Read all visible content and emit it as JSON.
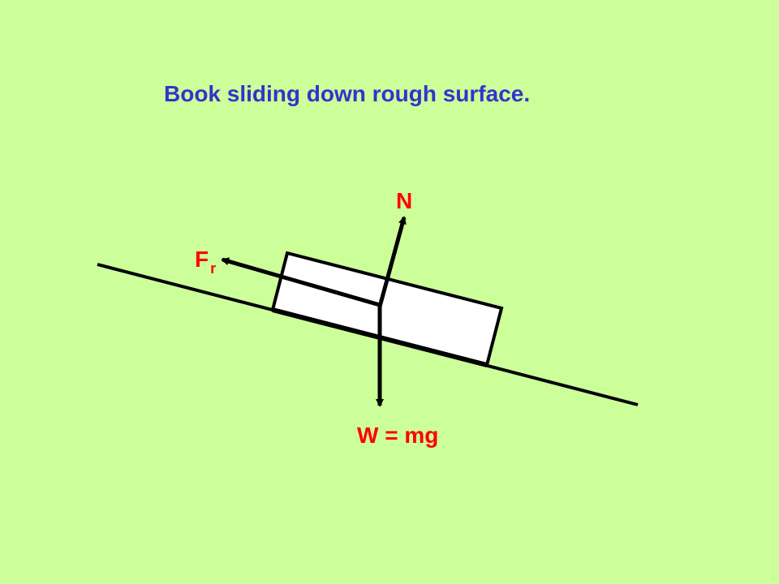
{
  "title": "Book sliding down rough surface.",
  "labels": {
    "normal": "N",
    "friction_main": "F",
    "friction_sub": "r",
    "weight": "W = mg"
  },
  "colors": {
    "background": "#ccff99",
    "title": "#3333cc",
    "label": "#ff0000",
    "stroke": "#000000",
    "book_fill": "#ffffff"
  }
}
